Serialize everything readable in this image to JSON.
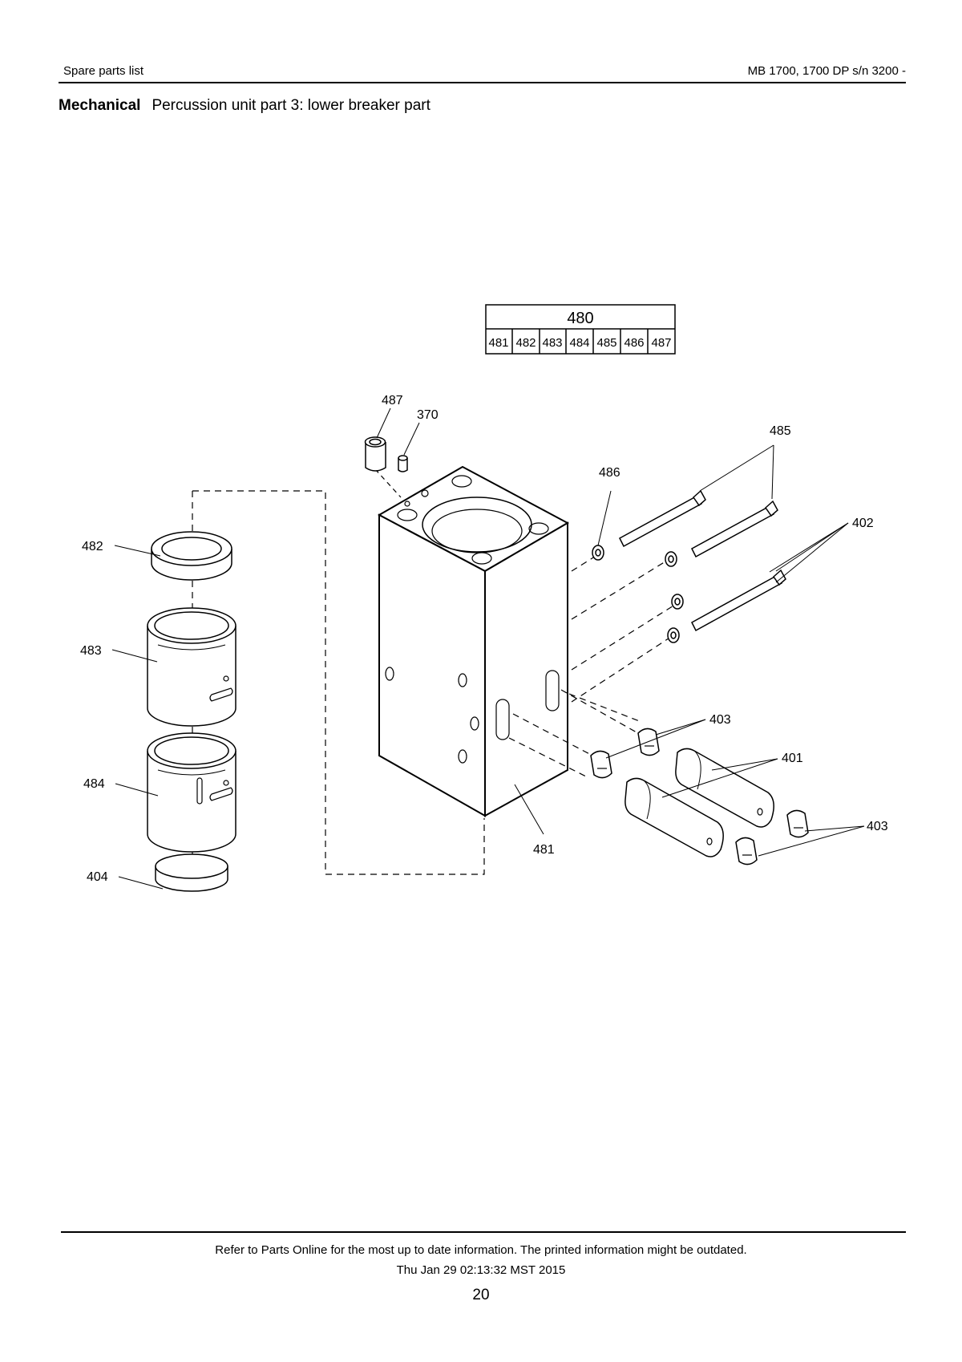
{
  "header": {
    "left": "Spare parts list",
    "right": "MB 1700, 1700 DP s/n 3200 -"
  },
  "title": {
    "section": "Mechanical",
    "subtitle": "Percussion unit part 3: lower breaker part"
  },
  "assembly_table": {
    "kit": "480",
    "parts": [
      "481",
      "482",
      "483",
      "484",
      "485",
      "486",
      "487"
    ]
  },
  "callouts": {
    "c487": "487",
    "c370": "370",
    "c485": "485",
    "c486": "486",
    "c402": "402",
    "c482": "482",
    "c483": "483",
    "c484": "484",
    "c404": "404",
    "c403a": "403",
    "c401": "401",
    "c403b": "403",
    "c481": "481"
  },
  "footer": {
    "note": "Refer to Parts Online for the most up to date information. The printed information might be outdated.",
    "date": "Thu Jan 29 02:13:32 MST 2015",
    "page": "20"
  }
}
